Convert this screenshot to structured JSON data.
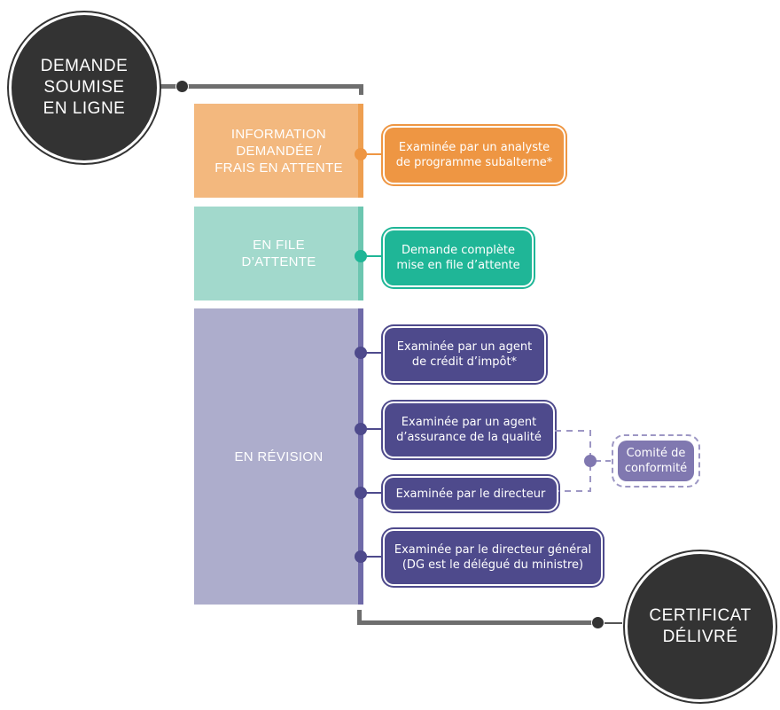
{
  "start": {
    "label_lines": [
      "DEMANDE",
      "SOUMISE",
      "EN LIGNE"
    ]
  },
  "end": {
    "label_lines": [
      "CERTIFICAT",
      "DÉLIVRÉ"
    ]
  },
  "stages": [
    {
      "label_lines": [
        "INFORMATION",
        "DEMANDÉE /",
        "FRAIS EN ATTENTE"
      ],
      "color": "#f3b87e",
      "edge_color": "#ee9f50"
    },
    {
      "label_lines": [
        "EN FILE",
        "D’ATTENTE"
      ],
      "color": "#a2d9cc",
      "edge_color": "#6cc6b0"
    },
    {
      "label_lines": [
        "EN RÉVISION"
      ],
      "color": "#adadcc",
      "edge_color": "#6f6aa8"
    }
  ],
  "steps": [
    {
      "lines": [
        "Examinée par un analyste",
        "de programme subalterne*"
      ],
      "color": "#ee9643"
    },
    {
      "lines": [
        "Demande complète",
        "mise en file d’attente"
      ],
      "color": "#1fb697"
    },
    {
      "lines": [
        "Examinée par un agent",
        "de crédit d’impôt*"
      ],
      "color": "#4e4a8c"
    },
    {
      "lines": [
        "Examinée par un agent",
        "d’assurance de la qualité"
      ],
      "color": "#4e4a8c"
    },
    {
      "lines": [
        "Examinée par le directeur"
      ],
      "color": "#4e4a8c"
    },
    {
      "lines": [
        "Examinée par le directeur général",
        "(DG est le délégué du ministre)"
      ],
      "color": "#4e4a8c"
    }
  ],
  "committee": {
    "lines": [
      "Comité de",
      "conformité"
    ],
    "color": "#8078b0"
  }
}
